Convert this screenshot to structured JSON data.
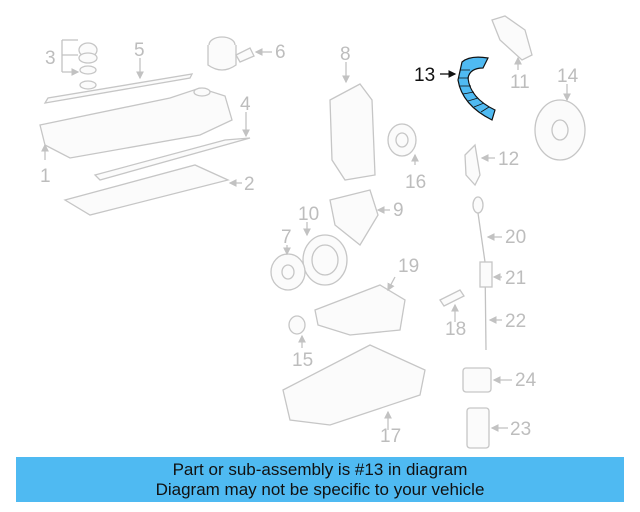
{
  "diagram": {
    "highlighted_part": "13",
    "highlight_color": "#4fbaf2",
    "callouts": [
      {
        "id": "1",
        "label": "1"
      },
      {
        "id": "2",
        "label": "2"
      },
      {
        "id": "3",
        "label": "3"
      },
      {
        "id": "4",
        "label": "4"
      },
      {
        "id": "5",
        "label": "5"
      },
      {
        "id": "6",
        "label": "6"
      },
      {
        "id": "7",
        "label": "7"
      },
      {
        "id": "8",
        "label": "8"
      },
      {
        "id": "9",
        "label": "9"
      },
      {
        "id": "10",
        "label": "10"
      },
      {
        "id": "11",
        "label": "11"
      },
      {
        "id": "12",
        "label": "12"
      },
      {
        "id": "13",
        "label": "13"
      },
      {
        "id": "14",
        "label": "14"
      },
      {
        "id": "15",
        "label": "15"
      },
      {
        "id": "16",
        "label": "16"
      },
      {
        "id": "17",
        "label": "17"
      },
      {
        "id": "18",
        "label": "18"
      },
      {
        "id": "19",
        "label": "19"
      },
      {
        "id": "20",
        "label": "20"
      },
      {
        "id": "21",
        "label": "21"
      },
      {
        "id": "22",
        "label": "22"
      },
      {
        "id": "23",
        "label": "23"
      },
      {
        "id": "24",
        "label": "24"
      }
    ]
  },
  "banner": {
    "line1": "Part or sub-assembly is #13 in diagram",
    "line2": "Diagram may not be specific to your vehicle",
    "background": "#4fbaf2"
  }
}
